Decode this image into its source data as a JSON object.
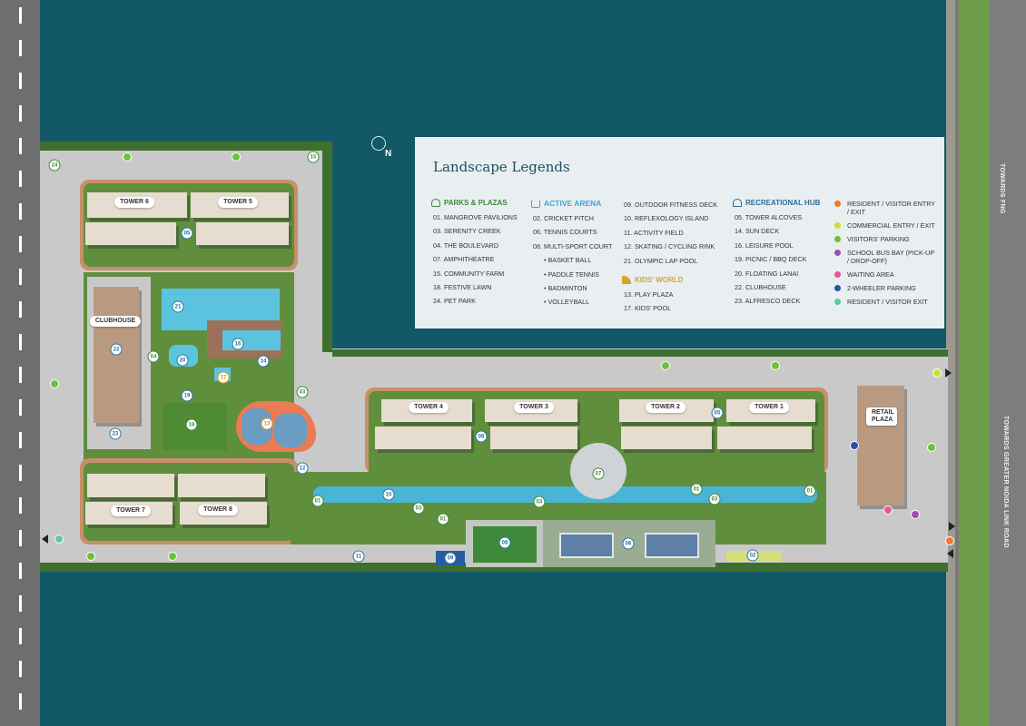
{
  "legend": {
    "title": "Landscape Legends",
    "parks": {
      "heading": "PARKS & PLAZAS",
      "color": "#3c8a3a",
      "items": [
        "01. MANGROVE PAVILIONS",
        "03. SERENITY CREEK",
        "04. THE BOULEVARD",
        "07. AMPHITHEATRE",
        "15. COMMUNITY FARM",
        "18. FESTIVE LAWN",
        "24. PET PARK"
      ]
    },
    "active": {
      "heading": "ACTIVE ARENA",
      "color": "#3aa6d8",
      "items": [
        "02. CRICKET PITCH",
        "06. TENNIS COURTS",
        "08. MULTI-SPORT COURT"
      ],
      "subitems": [
        "BASKET BALL",
        "PADDLE TENNIS",
        "BADMINTON",
        "VOLLEYBALL"
      ]
    },
    "active_more": [
      "09. OUTDOOR FITNESS DECK",
      "10. REFLEXOLOGY ISLAND",
      "11. ACTIVITY FIELD",
      "12. SKATING / CYCLING RINK",
      "21. OLYMPIC LAP POOL"
    ],
    "kids": {
      "heading": "KIDS' WORLD",
      "color": "#d4a72c",
      "items": [
        "13. PLAY PLAZA",
        "17. KIDS' POOL"
      ]
    },
    "recreational": {
      "heading": "RECREATIONAL HUB",
      "color": "#2a6e9a",
      "items": [
        "05. TOWER ALCOVES",
        "14. SUN DECK",
        "16. LEISURE POOL",
        "19. PICNIC / BBQ DECK",
        "20. FLOATING LANAI",
        "22. CLUBHOUSE",
        "23. ALFRESCO DECK"
      ]
    },
    "dots": [
      {
        "label": "RESIDENT / VISITOR ENTRY / EXIT",
        "color": "#f07a2a"
      },
      {
        "label": "COMMERCIAL ENTRY / EXIT",
        "color": "#cde02a"
      },
      {
        "label": "VISITORS' PARKING",
        "color": "#6cc13e"
      },
      {
        "label": "SCHOOL BUS BAY (PICK-UP / DROP-OFF)",
        "color": "#9b4fb0"
      },
      {
        "label": "WAITING AREA",
        "color": "#e8559a"
      },
      {
        "label": "2-WHEELER PARKING",
        "color": "#2e4fa8"
      },
      {
        "label": "RESIDENT / VISITOR EXIT",
        "color": "#5cc9a0"
      }
    ]
  },
  "compass": "N",
  "roads": {
    "top": "TOWARDS FNG",
    "right": "TOWARDS GREATER NOIDA LINK ROAD"
  },
  "labels": [
    "TOWER 6",
    "TOWER 5",
    "CLUBHOUSE",
    "TOWER 7",
    "TOWER 8",
    "TOWER 4",
    "TOWER 3",
    "TOWER 2",
    "TOWER 1",
    "RETAIL PLAZA"
  ],
  "markers": [
    "24",
    "15",
    "05",
    "21",
    "16",
    "14",
    "17",
    "20",
    "04",
    "22",
    "19",
    "18",
    "23",
    "13",
    "03",
    "12",
    "01",
    "11",
    "06",
    "05",
    "07",
    "10",
    "03",
    "01",
    "03",
    "01",
    "03",
    "01",
    "09",
    "08",
    "06",
    "02"
  ]
}
